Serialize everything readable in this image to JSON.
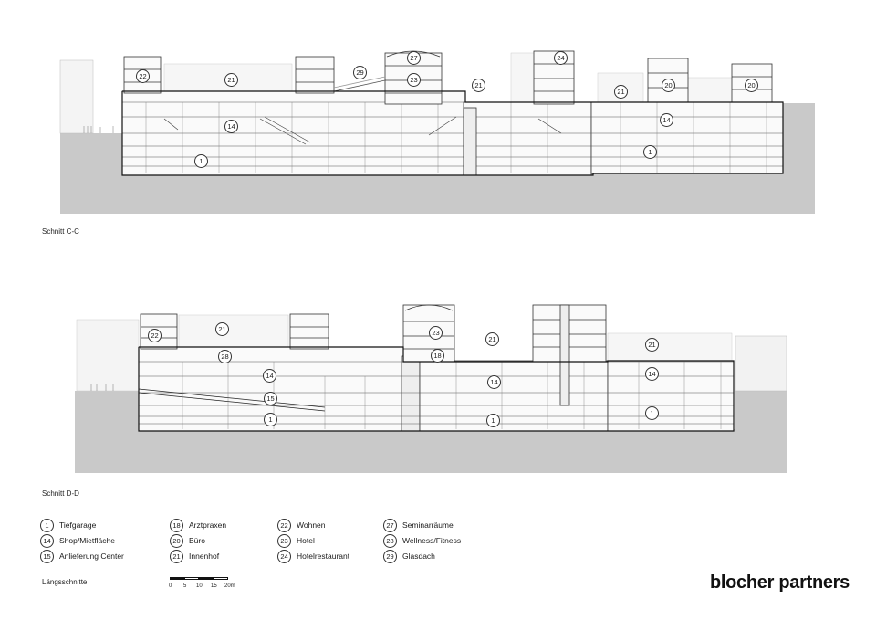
{
  "sections": [
    {
      "caption": "Schnitt C-C",
      "labels": [
        "22",
        "21",
        "29",
        "27",
        "23",
        "21",
        "24",
        "21",
        "20",
        "20",
        "14",
        "14",
        "1",
        "1"
      ]
    },
    {
      "caption": "Schnitt D-D",
      "labels": [
        "22",
        "21",
        "23",
        "21",
        "21",
        "28",
        "18",
        "14",
        "14",
        "14",
        "15",
        "1",
        "1",
        "1"
      ]
    }
  ],
  "legend": [
    [
      {
        "num": "1",
        "text": "Tiefgarage"
      },
      {
        "num": "14",
        "text": "Shop/Mietfläche"
      },
      {
        "num": "15",
        "text": "Anlieferung Center"
      }
    ],
    [
      {
        "num": "18",
        "text": "Arztpraxen"
      },
      {
        "num": "20",
        "text": "Büro"
      },
      {
        "num": "21",
        "text": "Innenhof"
      }
    ],
    [
      {
        "num": "22",
        "text": "Wohnen"
      },
      {
        "num": "23",
        "text": "Hotel"
      },
      {
        "num": "24",
        "text": "Hotelrestaurant"
      }
    ],
    [
      {
        "num": "27",
        "text": "Seminarräume"
      },
      {
        "num": "28",
        "text": "Wellness/Fitness"
      },
      {
        "num": "29",
        "text": "Glasdach"
      }
    ]
  ],
  "footer": {
    "caption": "Längsschnitte",
    "scale_ticks": [
      "0",
      "5",
      "10",
      "15",
      "20m"
    ],
    "brand": "blocher partners"
  }
}
